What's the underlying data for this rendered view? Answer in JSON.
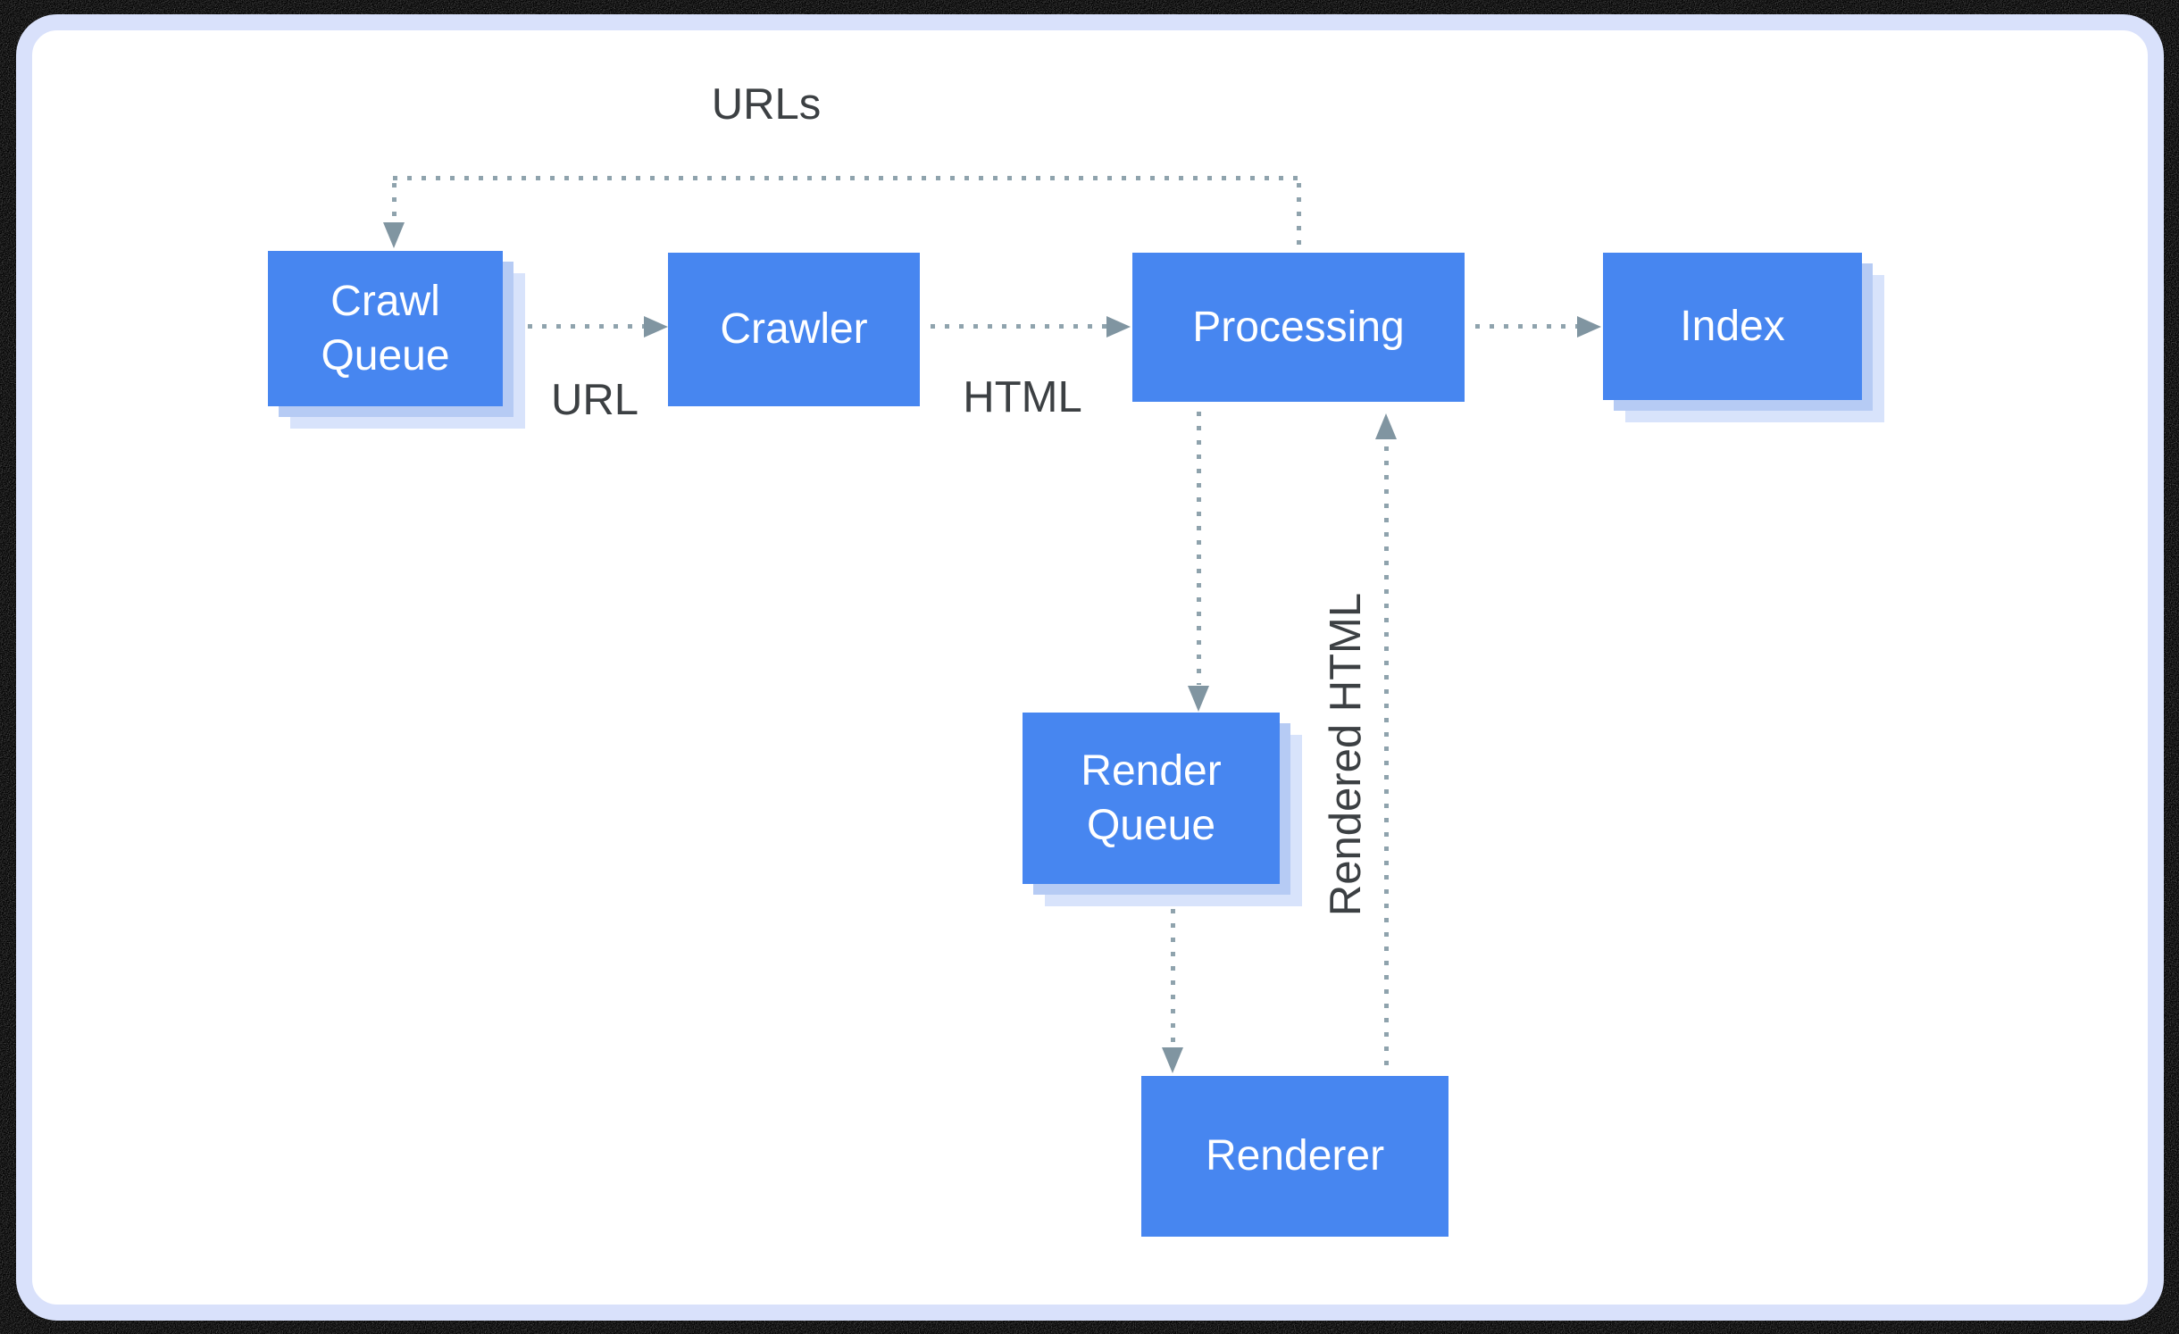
{
  "page": {
    "background_color": "#000000",
    "card_border_color": "#d9e1fb",
    "card_background": "#ffffff"
  },
  "palette": {
    "node_blue": "#4786f0",
    "node_text": "#ffffff",
    "stack_shadow_mid": "#b6cbf4",
    "stack_shadow_light": "#d8e3fb",
    "dot_color": "#8fa3ad",
    "arrow_color": "#8095a1",
    "label_color": "#3c4043"
  },
  "nodes": {
    "crawl_queue": {
      "label": "Crawl Queue",
      "style": "stacked"
    },
    "crawler": {
      "label": "Crawler",
      "style": "flat"
    },
    "processing": {
      "label": "Processing",
      "style": "flat"
    },
    "index": {
      "label": "Index",
      "style": "stacked"
    },
    "render_queue": {
      "label": "Render Queue",
      "style": "stacked"
    },
    "renderer": {
      "label": "Renderer",
      "style": "flat"
    }
  },
  "edge_labels": {
    "urls": "URLs",
    "url": "URL",
    "html": "HTML",
    "rendered_html": "Rendered HTML"
  },
  "edges": [
    {
      "from": "Crawl Queue",
      "to": "Crawler",
      "label": "URL"
    },
    {
      "from": "Crawler",
      "to": "Processing",
      "label": "HTML"
    },
    {
      "from": "Processing",
      "to": "Index",
      "label": ""
    },
    {
      "from": "Processing",
      "to": "Crawl Queue",
      "label": "URLs"
    },
    {
      "from": "Processing",
      "to": "Render Queue",
      "label": ""
    },
    {
      "from": "Render Queue",
      "to": "Renderer",
      "label": ""
    },
    {
      "from": "Renderer",
      "to": "Processing",
      "label": "Rendered HTML"
    }
  ]
}
